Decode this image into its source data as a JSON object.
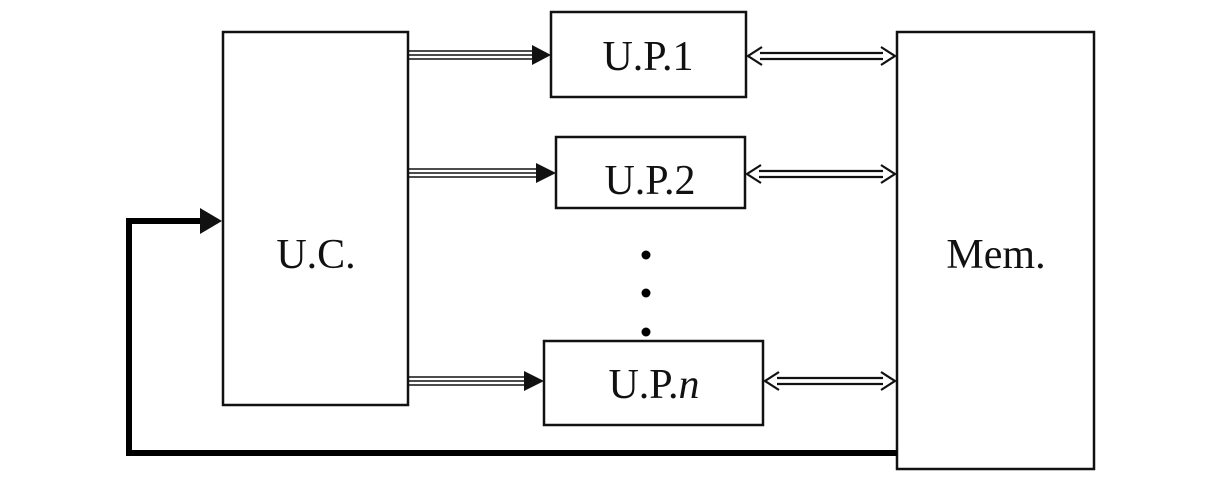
{
  "diagram": {
    "control_unit": {
      "label": "U.C."
    },
    "memory": {
      "label": "Mem."
    },
    "processing_units": [
      {
        "prefix": "U.P.",
        "index": "1"
      },
      {
        "prefix": "U.P.",
        "index": "2"
      },
      {
        "prefix": "U.P.",
        "index": "n"
      }
    ]
  }
}
